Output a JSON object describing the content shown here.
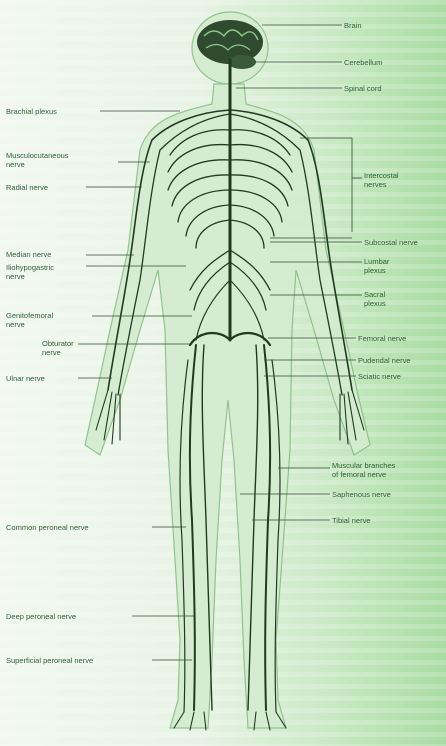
{
  "diagram": {
    "left_labels": [
      "Brachial plexus",
      "Musculocutaneous\nnerve",
      "Radial nerve",
      "Median nerve",
      "Iliohypogastric\nnerve",
      "Genitofemoral\nnerve",
      "Obturator\nnerve",
      "Ulnar nerve",
      "Common peroneal nerve",
      "Deep peroneal nerve",
      "Superficial peroneal nerve"
    ],
    "right_labels": [
      "Brain",
      "Cerebellum",
      "Spinal cord",
      "Intercostal\nnerves",
      "Subcostal nerve",
      "Lumbar\nplexus",
      "Sacral\nplexus",
      "Femoral nerve",
      "Pudendal nerve",
      "Sciatic nerve",
      "Muscular branches\nof femoral nerve",
      "Saphenous nerve",
      "Tibial nerve"
    ],
    "colors": {
      "background": "#e9f4e6",
      "accent": "#8fd08b",
      "nerve": "#1f3a20",
      "body": "#cfe9cb",
      "outline": "#7fae7a"
    }
  }
}
